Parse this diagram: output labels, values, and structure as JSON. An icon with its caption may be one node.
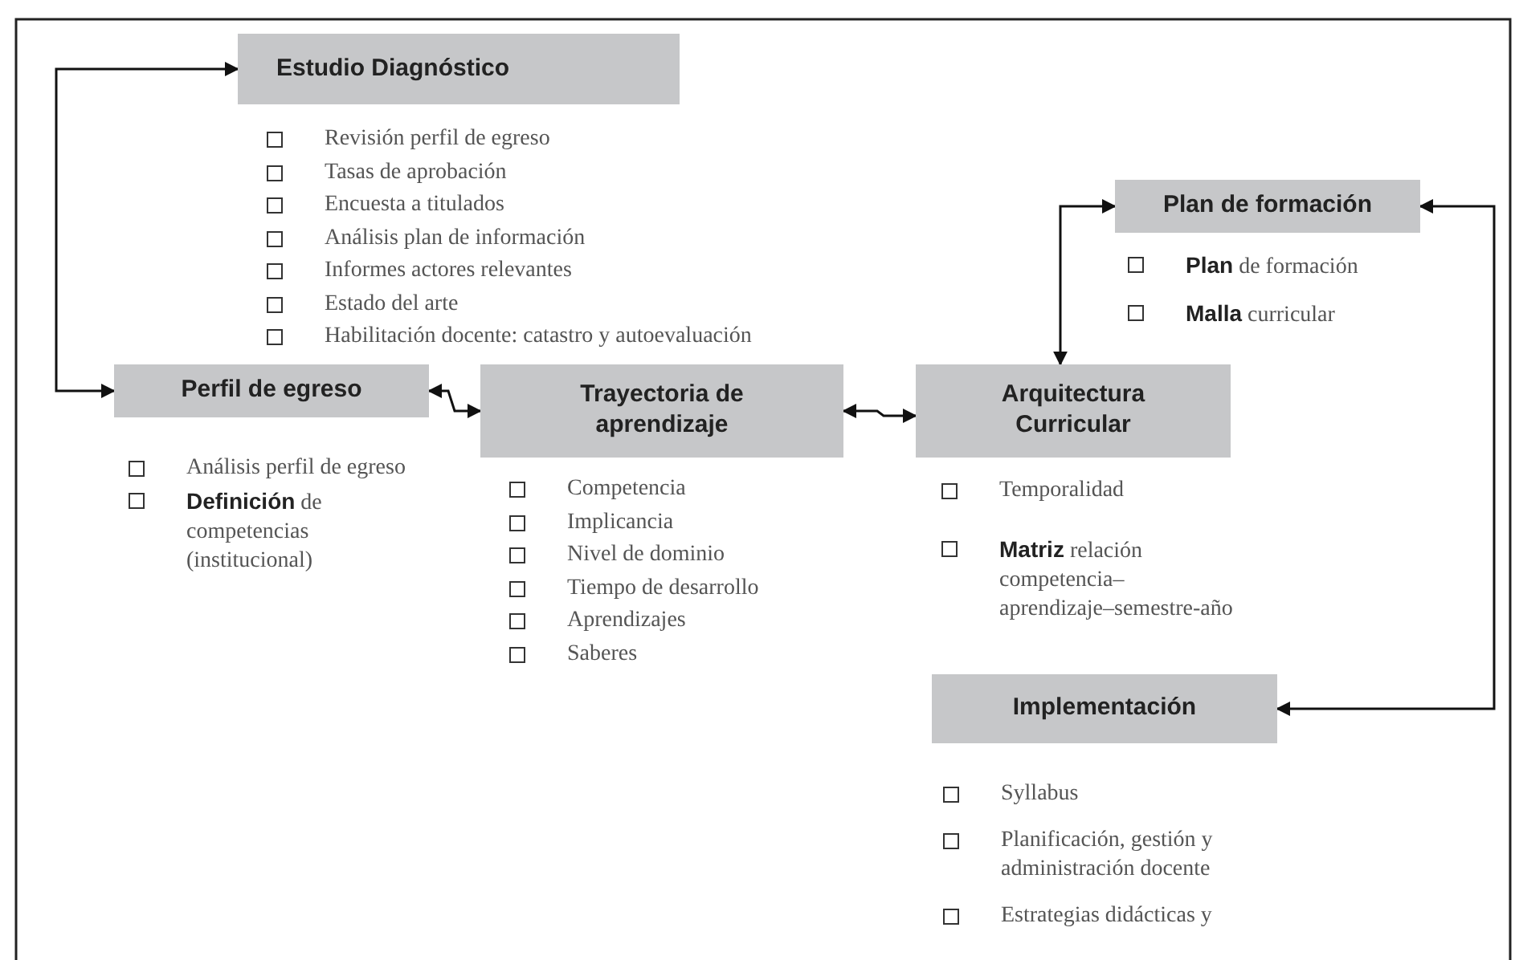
{
  "diagram": {
    "nodes": [
      {
        "text": [
          "Estudio Diagnóstico"
        ],
        "beside": [
          "Revisión perfil de egreso",
          "Tasas de aprobación",
          "Encuesta a titulados",
          "Análisis plan de información",
          "Informes actores relevantes",
          "Estado del arte",
          "Habilitación docente: catastro y autoevaluación"
        ]
      },
      {
        "text": [
          "Perfil de egreso"
        ],
        "beside": [
          "Análisis perfil de egreso",
          "**Definición** de competencias (institucional)"
        ]
      },
      {
        "text": [
          "Trayectoria de aprendizaje"
        ],
        "beside": [
          "Competencia",
          "Implicancia",
          "Nivel de dominio",
          "Tiempo de desarrollo",
          "Aprendizajes",
          "Saberes"
        ]
      },
      {
        "text": [
          "Arquitectura Curricular"
        ],
        "beside": [
          "Temporalidad",
          "**Matriz** relación competencia–aprendizaje–semestre-año"
        ]
      },
      {
        "text": [
          "Plan de formación"
        ],
        "beside": [
          "**Plan** de formación",
          "**Malla** curricular"
        ]
      },
      {
        "text": [
          "Implementación"
        ],
        "beside": [
          "Syllabus",
          "Planificación, gestión y administración docente",
          "Estrategias didácticas y"
        ]
      }
    ],
    "edges": [
      {
        "from": 0,
        "to": 1,
        "arrow": "both"
      },
      {
        "from": 1,
        "to": 2,
        "arrow": "both"
      },
      {
        "from": 2,
        "to": 3,
        "arrow": "both"
      },
      {
        "from": 3,
        "to": 4,
        "arrow": "both"
      },
      {
        "from": 4,
        "to": 5,
        "arrow": "both"
      }
    ]
  }
}
